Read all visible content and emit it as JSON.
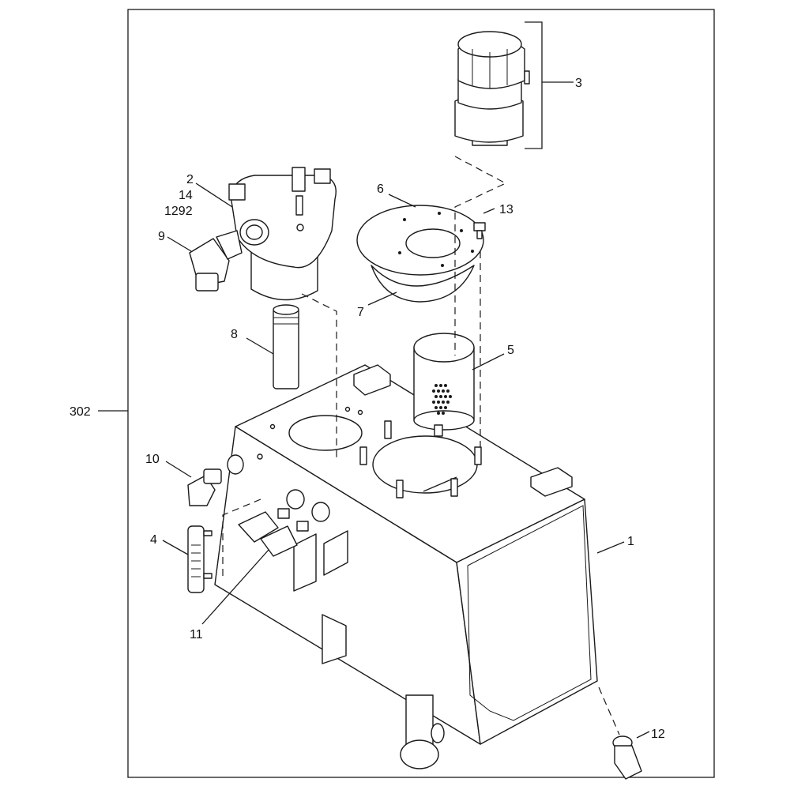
{
  "callouts": {
    "c1": "1",
    "c2": "2",
    "c14": "14",
    "c1292": "1292",
    "c3": "3",
    "c4": "4",
    "c5": "5",
    "c6": "6",
    "c7": "7",
    "c8": "8",
    "c9": "9",
    "c10": "10",
    "c11": "11",
    "c12": "12",
    "c13": "13",
    "c302": "302"
  },
  "colors": {
    "line": "#1a1a1a",
    "background": "#ffffff",
    "shade": "#cfcfcf"
  }
}
